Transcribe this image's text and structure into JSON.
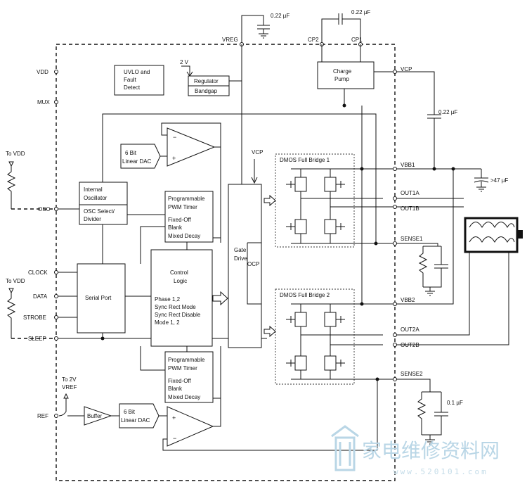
{
  "pins_left": {
    "vdd": "VDD",
    "mux": "MUX",
    "osc": "OSC",
    "clock": "CLOCK",
    "data": "DATA",
    "strobe": "STROBE",
    "sleep": "SLEEP",
    "ref": "REF"
  },
  "pins_top": {
    "vreg": "VREG",
    "cp2": "CP2",
    "cp1": "CP1"
  },
  "pins_right": {
    "vcp": "VCP",
    "vbb1": "VBB1",
    "out1a": "OUT1A",
    "out1b": "OUT1B",
    "sense1": "SENSE1",
    "vbb2": "VBB2",
    "out2a": "OUT2A",
    "out2b": "OUT2B",
    "sense2": "SENSE2"
  },
  "external": {
    "cap_vreg": "0.22 µF",
    "cap_cp": "0.22 µF",
    "cap_vcp": "0.22 µF",
    "cap_vbb": ">47 µF",
    "cap_sense2": "0.1 µF",
    "to_vdd_1": "To VDD",
    "to_vdd_2": "To VDD",
    "to_2v": "To 2V",
    "vref": "VREF",
    "two_v": "2 V"
  },
  "blocks": {
    "uvlo": [
      "UVLO and",
      "Fault",
      "Detect"
    ],
    "regulator": "Regulator",
    "bandgap": "Bandgap",
    "charge_pump": [
      "Charge",
      "Pump"
    ],
    "dac_top": [
      "6 Bit",
      "Linear DAC"
    ],
    "dac_bottom": [
      "6 Bit",
      "Linear DAC"
    ],
    "osc_top": [
      "Internal",
      "Oscillator"
    ],
    "osc_bottom": [
      "OSC Select/",
      "Divider"
    ],
    "pwm_top": [
      "Programmable",
      "PWM Timer",
      "Fixed-Off",
      "Blank",
      "Mixed Decay"
    ],
    "pwm_bottom": [
      "Programmable",
      "PWM Timer",
      "Fixed-Off",
      "Blank",
      "Mixed Decay"
    ],
    "serial_port": "Serial Port",
    "control_logic": [
      "Control",
      "Logic",
      "Phase 1,2",
      "Sync Rect Mode",
      "Sync Rect Disable",
      "Mode 1, 2"
    ],
    "gate_drive": [
      "Gate",
      "Drive"
    ],
    "ocp": "OCP",
    "vcp_label": "VCP",
    "bridge1": "DMOS Full Bridge 1",
    "bridge2": "DMOS Full Bridge 2",
    "buffer": "Buffer"
  },
  "watermark": {
    "cjk": "家电维修资料网",
    "url": "www.520101.com"
  },
  "colors": {
    "line": "#111111",
    "watermark": "#b9d6e6"
  }
}
